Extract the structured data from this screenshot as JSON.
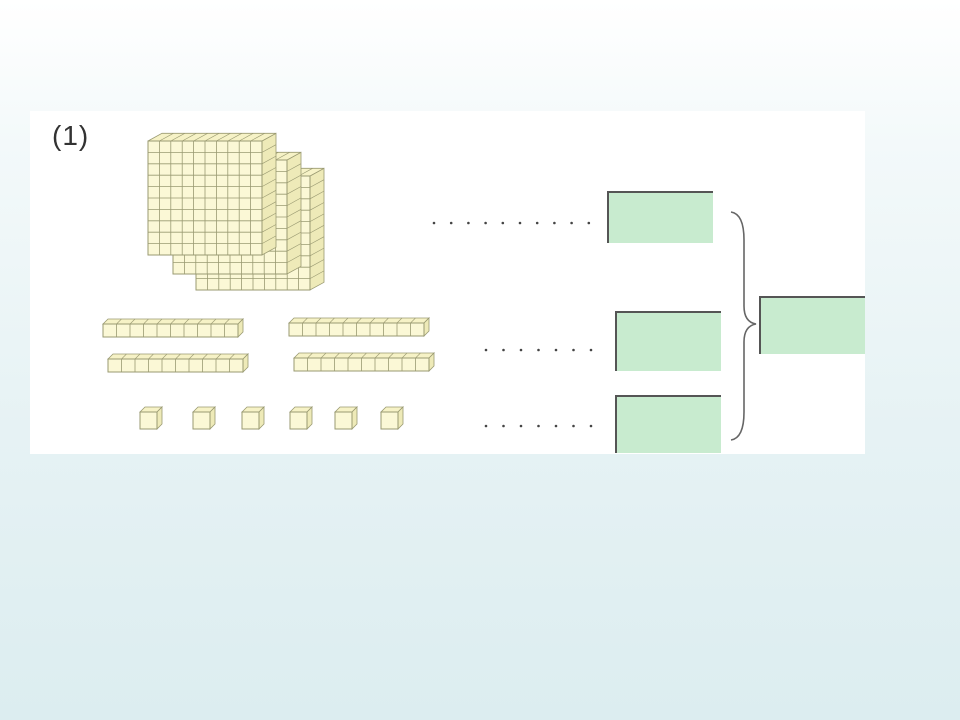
{
  "problem": {
    "label": "(1)"
  },
  "blocks": {
    "hundreds_count": 3,
    "tens_count": 4,
    "ones_count": 6
  },
  "answer_boxes": {
    "hundreds": "",
    "tens": "",
    "ones": "",
    "total": ""
  },
  "colors": {
    "block_face": "#fbf8d6",
    "block_line": "#9a9a72",
    "answer_box": "#c8ebcf"
  }
}
